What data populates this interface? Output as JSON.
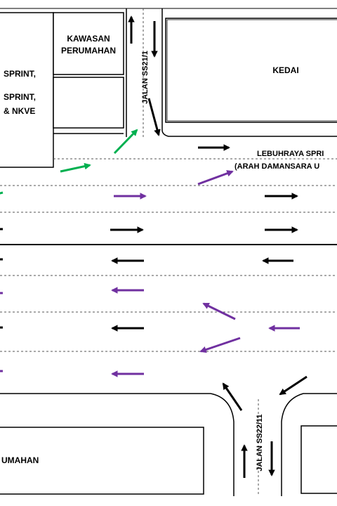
{
  "labels": {
    "kawasan_line1": "KAWASAN",
    "kawasan_line2": "PERUMAHAN",
    "left_box_line1": "SPRINT,",
    "left_box_line2": "SPRINT,",
    "left_box_line3": "& NKVE",
    "kedai": "KEDAI",
    "highway_line1": "LEBUHRAYA SPRI",
    "highway_line2": "(ARAH DAMANSARA U",
    "road_top": "JALAN SS21/1",
    "road_bottom": "JALAN SS22/11",
    "bottom_left": "UMAHAN"
  },
  "colors": {
    "black_arrow": "#000000",
    "purple_arrow": "#7030a0",
    "green_arrow": "#00b050",
    "line": "#000000",
    "lane_divider": "#555555"
  }
}
